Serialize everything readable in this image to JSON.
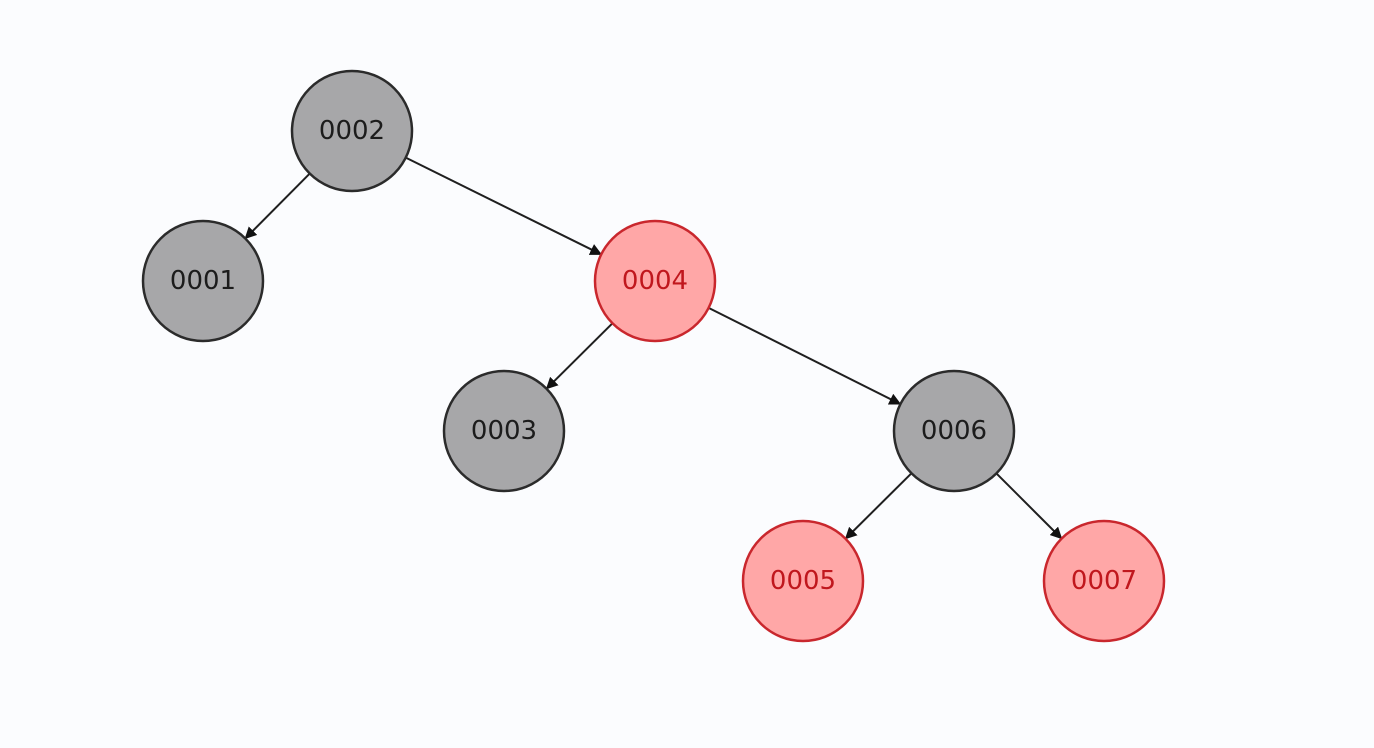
{
  "diagram": {
    "type": "red-black-tree",
    "colors": {
      "black_node_fill": "#a7a7a9",
      "black_node_stroke": "#2b2b2b",
      "black_node_text": "#1c1c1c",
      "red_node_fill": "#ffa7a7",
      "red_node_stroke": "#c9272d",
      "red_node_text": "#c0171d",
      "edge": "#1f1f1f",
      "background": "#fbfcfe"
    },
    "nodes": [
      {
        "id": "n2",
        "label": "0002",
        "color": "black"
      },
      {
        "id": "n1",
        "label": "0001",
        "color": "black"
      },
      {
        "id": "n4",
        "label": "0004",
        "color": "red"
      },
      {
        "id": "n3",
        "label": "0003",
        "color": "black"
      },
      {
        "id": "n6",
        "label": "0006",
        "color": "black"
      },
      {
        "id": "n5",
        "label": "0005",
        "color": "red"
      },
      {
        "id": "n7",
        "label": "0007",
        "color": "red"
      }
    ],
    "edges": [
      {
        "from": "n2",
        "to": "n1"
      },
      {
        "from": "n2",
        "to": "n4"
      },
      {
        "from": "n4",
        "to": "n3"
      },
      {
        "from": "n4",
        "to": "n6"
      },
      {
        "from": "n6",
        "to": "n5"
      },
      {
        "from": "n6",
        "to": "n7"
      }
    ]
  }
}
